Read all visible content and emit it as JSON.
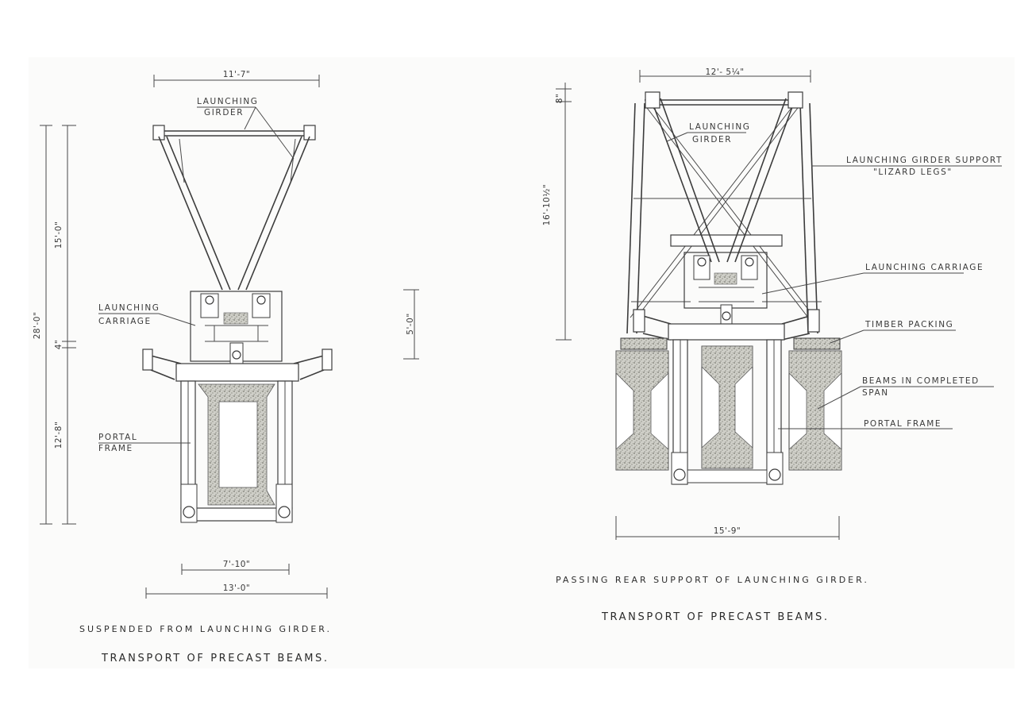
{
  "left_view": {
    "dimensions": {
      "girder_span": "11'-7\"",
      "total_height": "28'-0\"",
      "upper_height": "15'-0\"",
      "mid_gap": "4\"",
      "lower_height": "12'-8\"",
      "carriage_drop": "5'-0\"",
      "inner_width": "7'-10\"",
      "outer_width": "13'-0\""
    },
    "labels": {
      "girder_l1": "LAUNCHING",
      "girder_l2": "GIRDER",
      "carriage_l1": "LAUNCHING",
      "carriage_l2": "CARRIAGE",
      "portal_l1": "PORTAL",
      "portal_l2": "FRAME"
    },
    "caption": "SUSPENDED FROM LAUNCHING GIRDER.",
    "title": "TRANSPORT OF PRECAST BEAMS."
  },
  "right_view": {
    "dimensions": {
      "top_width": "12'- 5¼\"",
      "top_offset": "8\"",
      "height": "16'-10½\"",
      "base_width": "15'-9\""
    },
    "labels": {
      "girder_l1": "LAUNCHING",
      "girder_l2": "GIRDER",
      "support_l1": "LAUNCHING GIRDER SUPPORT",
      "support_l2": "\"LIZARD LEGS\"",
      "carriage": "LAUNCHING CARRIAGE",
      "timber": "TIMBER PACKING",
      "beams_l1": "BEAMS IN COMPLETED",
      "beams_l2": "SPAN",
      "portal": "PORTAL FRAME"
    },
    "caption": "PASSING REAR SUPPORT OF LAUNCHING GIRDER.",
    "title": "TRANSPORT OF PRECAST BEAMS."
  },
  "colors": {
    "paper": "#fbfbfa",
    "ink": "#3c3c3c",
    "concrete": "#b8b8b0"
  }
}
